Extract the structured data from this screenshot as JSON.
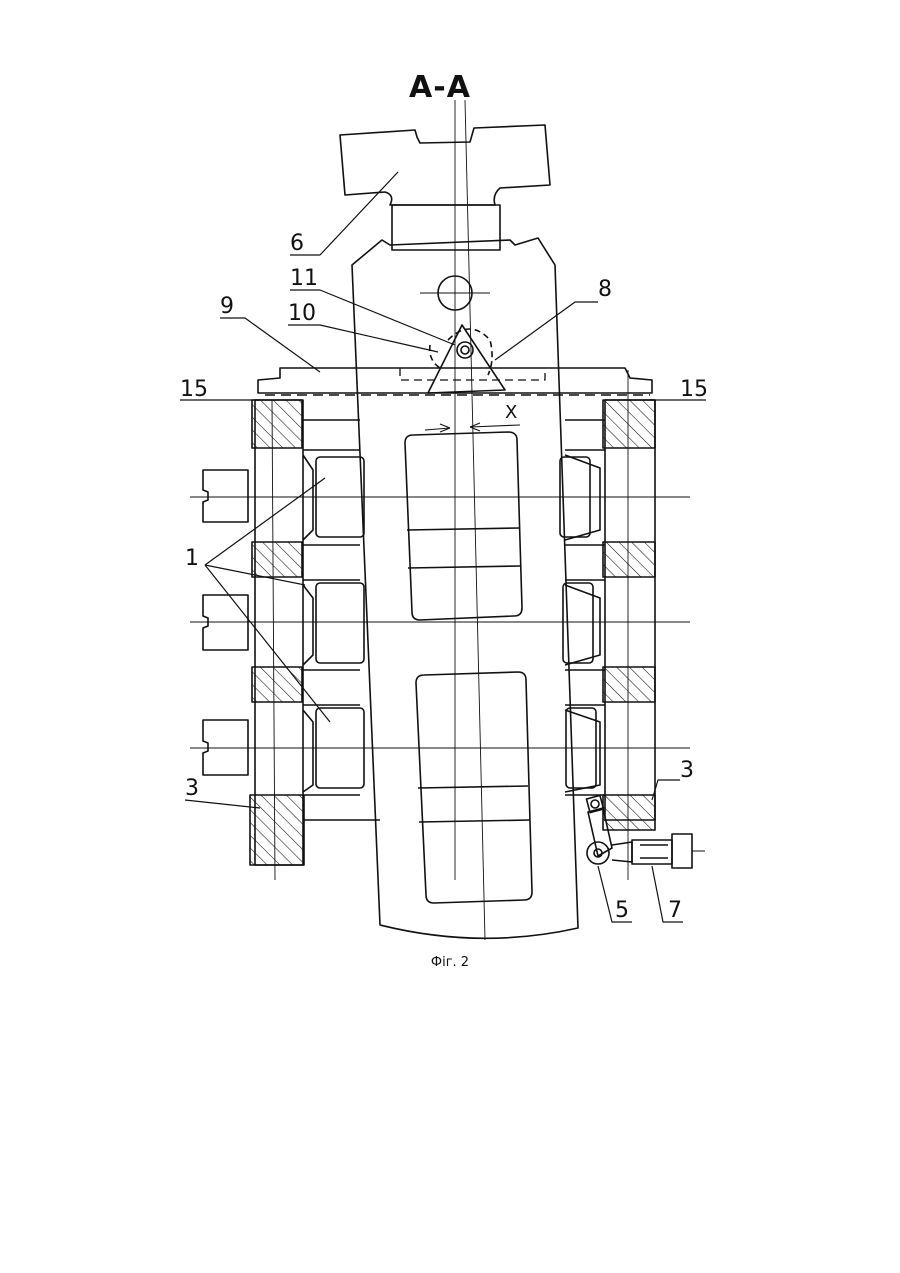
{
  "section": {
    "title": "A-A"
  },
  "caption": "Фіг. 2",
  "labels": {
    "l1": "1",
    "l3_left": "3",
    "l3_right": "3",
    "l5": "5",
    "l6": "6",
    "l7": "7",
    "l8": "8",
    "l9": "9",
    "l10": "10",
    "l11": "11",
    "l15_left": "15",
    "l15_right": "15",
    "lx": "X"
  },
  "colors": {
    "ink": "#111111",
    "paper": "#ffffff"
  }
}
